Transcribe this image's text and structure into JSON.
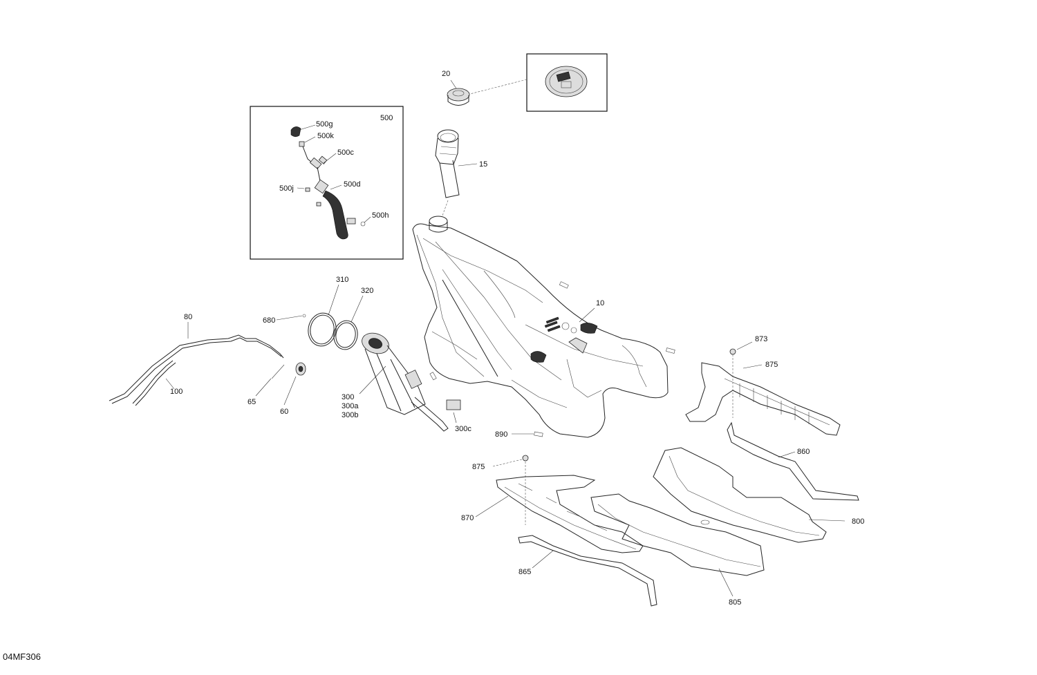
{
  "diagram": {
    "drawing_code": "04MF306",
    "callouts": {
      "c20": "20",
      "c500": "500",
      "c500g": "500g",
      "c500k": "500k",
      "c500c": "500c",
      "c500j": "500j",
      "c500d": "500d",
      "c500h": "500h",
      "c15": "15",
      "c310": "310",
      "c320": "320",
      "c680": "680",
      "c80": "80",
      "c10": "10",
      "c100": "100",
      "c65": "65",
      "c60": "60",
      "c300": "300",
      "c300a": "300a",
      "c300b": "300b",
      "c300c": "300c",
      "c890": "890",
      "c873": "873",
      "c875a": "875",
      "c860": "860",
      "c875b": "875",
      "c870": "870",
      "c800": "800",
      "c865": "865",
      "c805": "805"
    }
  }
}
